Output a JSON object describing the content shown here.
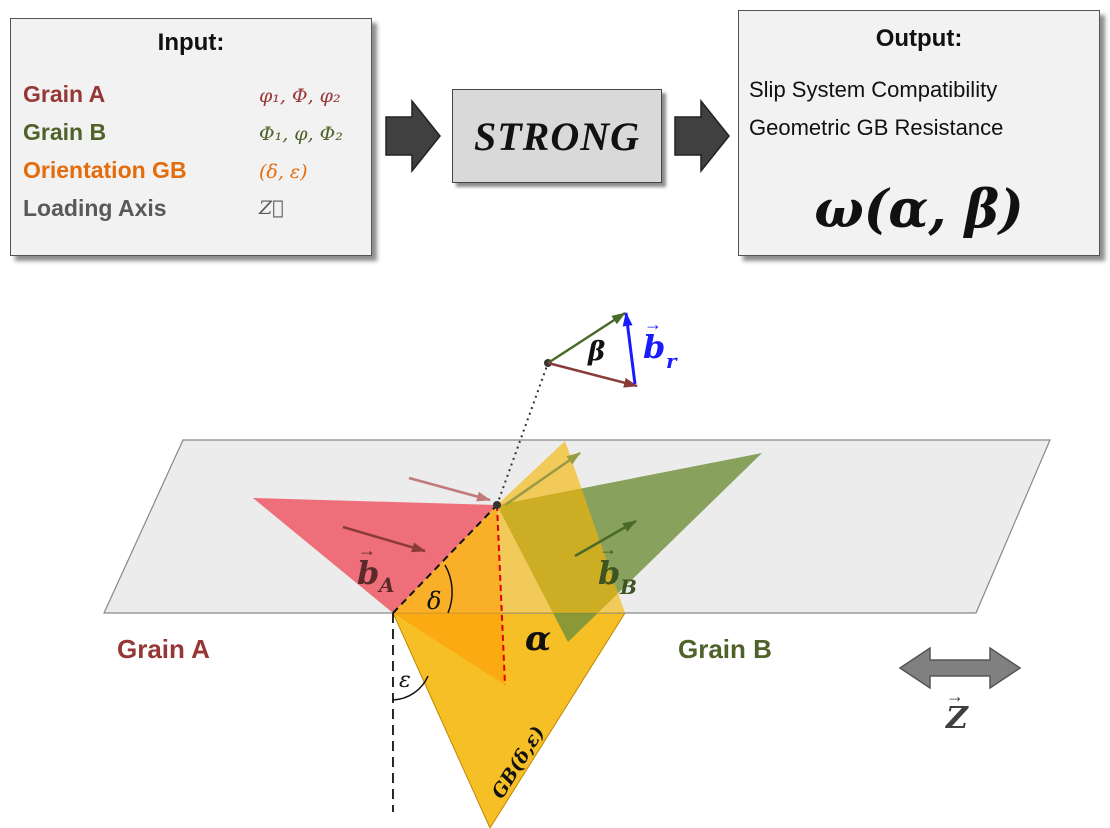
{
  "input": {
    "title": "Input:",
    "rows": [
      {
        "label": "Grain A",
        "symbol": "φ₁, Φ, φ₂",
        "color": "#953735"
      },
      {
        "label": "Grain B",
        "symbol": "Φ₁, φ, Φ₂",
        "color": "#4f6228"
      },
      {
        "label": "Orientation GB",
        "symbol": "(δ, ε)",
        "color": "#e46c0a"
      },
      {
        "label": "Loading Axis",
        "symbol": "Z⃗",
        "color": "#595959"
      }
    ]
  },
  "process": {
    "label": "STRONG"
  },
  "output": {
    "title": "Output:",
    "line1": "Slip System Compatibility",
    "line2": "Geometric GB Resistance",
    "formula": "ω(α, β)"
  },
  "diagram": {
    "grain_a_label": "Grain A",
    "grain_b_label": "Grain B",
    "b_a": "b",
    "b_a_sub": "A",
    "b_b": "b",
    "b_b_sub": "B",
    "b_r": "b",
    "b_r_sub": "r",
    "beta": "β",
    "alpha": "α",
    "delta": "δ",
    "epsilon": "ε",
    "gb_label": "GB(δ,ε)",
    "z_label": "Z",
    "colors": {
      "grain_a": "#953735",
      "grain_b": "#4f6228",
      "orientation": "#e46c0a",
      "loading": "#595959",
      "burgers_r": "#1a1aff"
    }
  }
}
